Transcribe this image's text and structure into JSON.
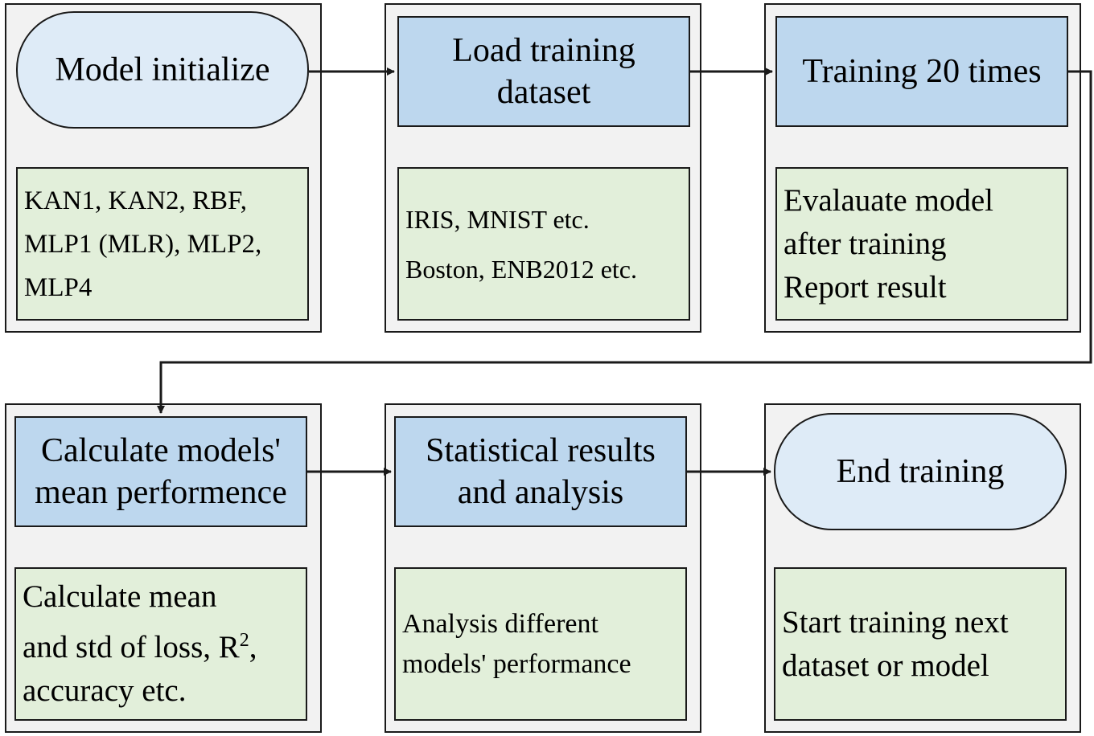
{
  "steps": {
    "model_init": {
      "title": "Model initialize",
      "details": [
        "KAN1, KAN2, RBF,",
        "MLP1 (MLR), MLP2,",
        "MLP4"
      ]
    },
    "load_data": {
      "title": [
        "Load training",
        "dataset"
      ],
      "details": [
        "IRIS, MNIST etc.",
        "Boston, ENB2012 etc."
      ]
    },
    "training": {
      "title": "Training 20 times",
      "details": [
        "Evalauate model",
        "after training",
        "Report result"
      ]
    },
    "mean_perf": {
      "title": [
        "Calculate models'",
        "mean performence"
      ],
      "details": [
        "Calculate mean",
        "and std of loss, R",
        "2",
        ",",
        "accuracy etc."
      ]
    },
    "stats": {
      "title": [
        "Statistical results",
        "and analysis"
      ],
      "details": [
        "Analysis different",
        "models' performance"
      ]
    },
    "end": {
      "title": "End training",
      "details": [
        "Start training next",
        "dataset or model"
      ]
    }
  },
  "colors": {
    "panel": "#f2f2f2",
    "process": "#bdd7ee",
    "terminal": "#deebf7",
    "note": "#e2efda",
    "line": "#1a1a1a"
  }
}
